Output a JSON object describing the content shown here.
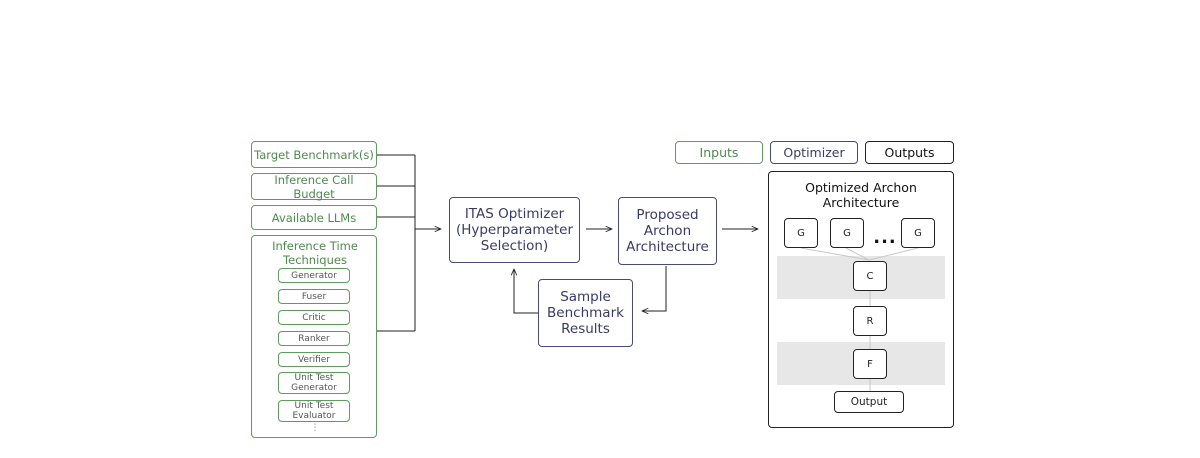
{
  "inputs": {
    "target_benchmark": "Target Benchmark(s)",
    "call_budget": "Inference Call Budget",
    "available_llms": "Available LLMs",
    "techniques": {
      "title": "Inference Time\nTechniques",
      "items": [
        "Generator",
        "Fuser",
        "Critic",
        "Ranker",
        "Verifier",
        "Unit Test\nGenerator",
        "Unit Test\nEvaluator"
      ],
      "more": "⋮"
    }
  },
  "optimizer": {
    "itas": "ITAS Optimizer\n(Hyperparameter\nSelection)",
    "proposed": "Proposed\nArchon\nArchitecture",
    "sample": "Sample\nBenchmark\nResults"
  },
  "legend": {
    "inputs": "Inputs",
    "optimizer": "Optimizer",
    "outputs": "Outputs"
  },
  "architecture": {
    "title": "Optimized Archon\nArchitecture",
    "generators": [
      "G",
      "G",
      "G"
    ],
    "ellipsis": "...",
    "critic": "C",
    "ranker": "R",
    "fuser": "F",
    "output": "Output"
  },
  "colors": {
    "inputs": "#5f9a5f",
    "optimizer": "#4a4a72",
    "outputs": "#222222",
    "band": "#e7e7e7"
  }
}
